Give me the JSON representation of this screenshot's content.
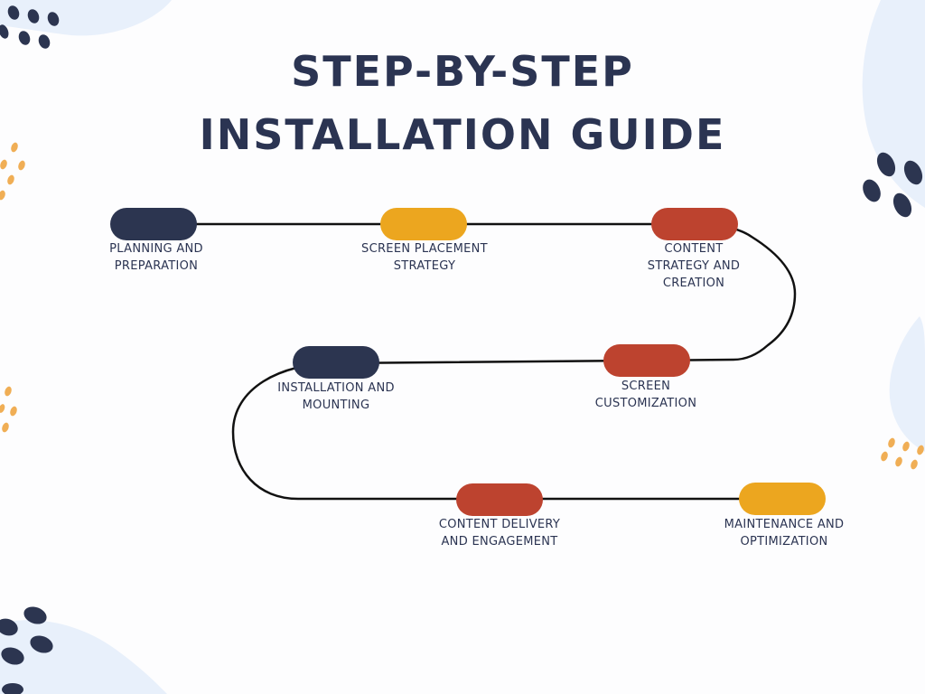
{
  "title": {
    "line1": "STEP-BY-STEP",
    "line2": "INSTALLATION GUIDE"
  },
  "colors": {
    "navy": "#2c3550",
    "yellow": "#eca61f",
    "red": "#bd432f",
    "text": "#2b3452",
    "blob": "#e8f0fb",
    "dot_orange": "#f0ae55"
  },
  "steps": [
    {
      "label_lines": [
        "PLANNING AND",
        "PREPARATION"
      ],
      "color": "#2c3550"
    },
    {
      "label_lines": [
        "SCREEN PLACEMENT",
        "STRATEGY"
      ],
      "color": "#eca61f"
    },
    {
      "label_lines": [
        "CONTENT",
        "STRATEGY AND",
        "CREATION"
      ],
      "color": "#bd432f"
    },
    {
      "label_lines": [
        "INSTALLATION AND",
        "MOUNTING"
      ],
      "color": "#2c3550"
    },
    {
      "label_lines": [
        "SCREEN",
        "CUSTOMIZATION"
      ],
      "color": "#bd432f"
    },
    {
      "label_lines": [
        "CONTENT DELIVERY",
        "AND ENGAGEMENT"
      ],
      "color": "#bd432f"
    },
    {
      "label_lines": [
        "MAINTENANCE AND",
        "OPTIMIZATION"
      ],
      "color": "#eca61f"
    }
  ]
}
